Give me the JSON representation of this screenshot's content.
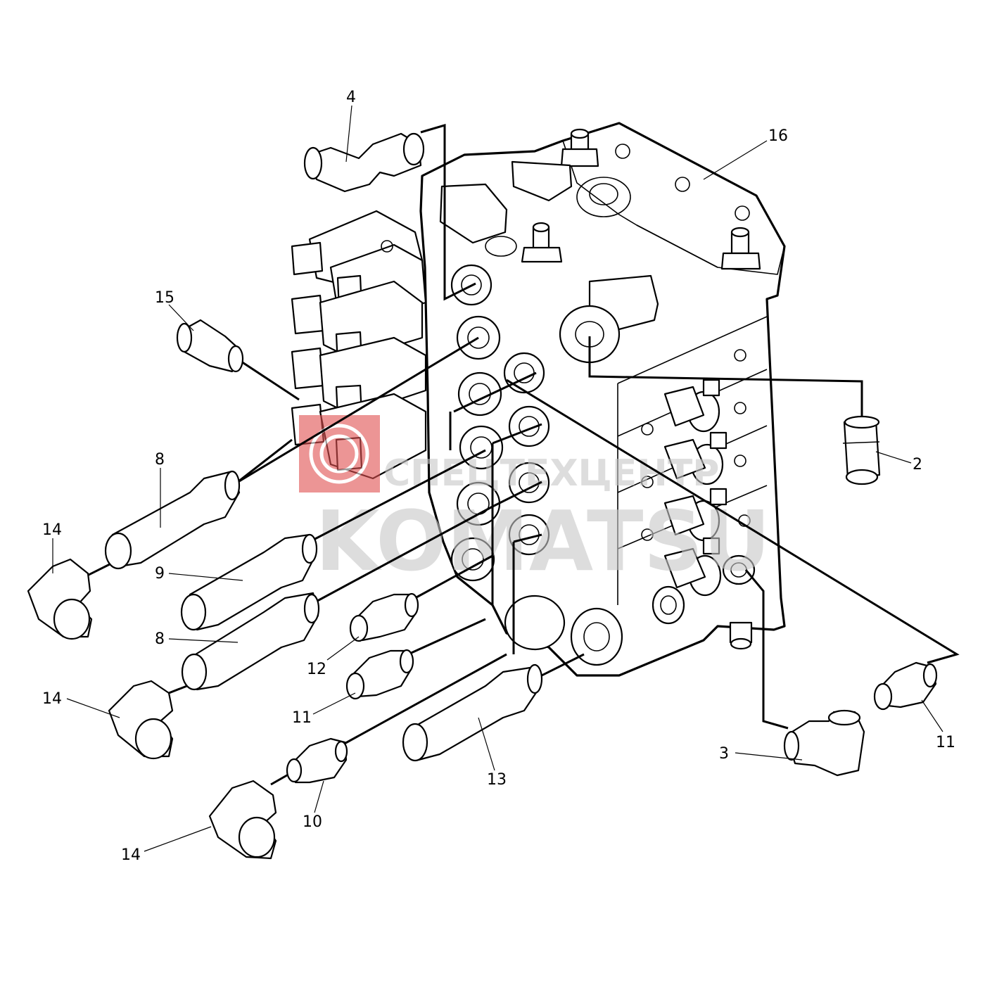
{
  "diagram": {
    "callouts": [
      {
        "id": "c4",
        "label": "4"
      },
      {
        "id": "c16",
        "label": "16"
      },
      {
        "id": "c15",
        "label": "15"
      },
      {
        "id": "c2",
        "label": "2"
      },
      {
        "id": "c8a",
        "label": "8"
      },
      {
        "id": "c14a",
        "label": "14"
      },
      {
        "id": "c9",
        "label": "9"
      },
      {
        "id": "c8b",
        "label": "8"
      },
      {
        "id": "c12",
        "label": "12"
      },
      {
        "id": "c14b",
        "label": "14"
      },
      {
        "id": "c11a",
        "label": "11"
      },
      {
        "id": "c13",
        "label": "13"
      },
      {
        "id": "c10",
        "label": "10"
      },
      {
        "id": "c14c",
        "label": "14"
      },
      {
        "id": "c3",
        "label": "3"
      },
      {
        "id": "c11b",
        "label": "11"
      }
    ]
  },
  "watermark": {
    "text_top": "СПЕЦТЕХЦЕНТР",
    "text_main": "KOMATSU",
    "color_logo": "#e05050",
    "color_text": "#c8c8c8"
  }
}
